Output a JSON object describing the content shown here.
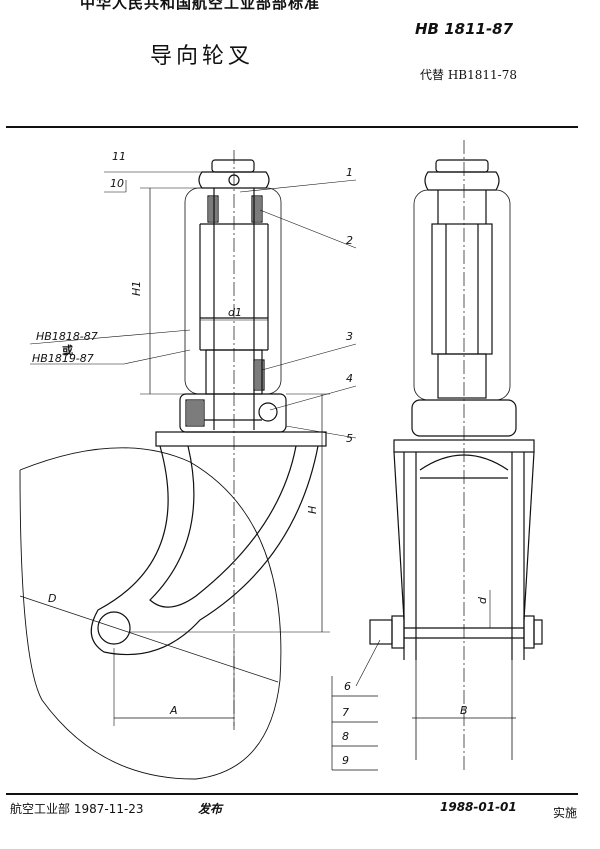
{
  "header": {
    "issuer": "中华人民共和国航空工业部部标准",
    "standard_no": "HB 1811-87",
    "title": "导向轮叉",
    "replaces": "代替 HB1811-78"
  },
  "drawing": {
    "callouts": [
      "11",
      "10",
      "1",
      "2",
      "3",
      "4",
      "5",
      "6",
      "7",
      "8",
      "9"
    ],
    "ref_standard_1": "HB1818-87",
    "ref_or": "或",
    "ref_standard_2": "HB1819-87",
    "dims": {
      "h1": "H1",
      "d1": "d1",
      "H": "H",
      "D": "D",
      "d": "d",
      "A": "A",
      "B": "B"
    }
  },
  "footer": {
    "issuer_date": "航空工业部 1987-11-23",
    "issue_word": "发布",
    "impl_date": "1988-01-01",
    "impl_word": "实施"
  }
}
